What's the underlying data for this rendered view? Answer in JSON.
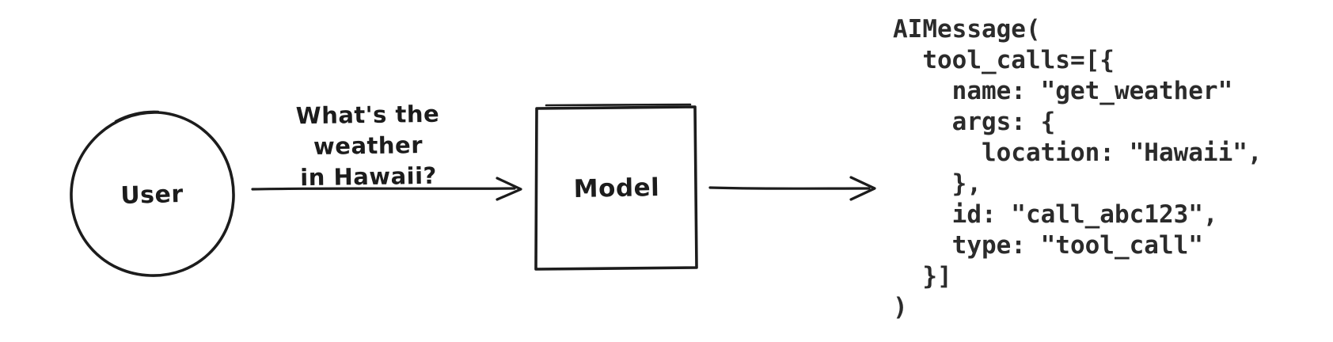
{
  "nodes": {
    "user": {
      "label": "User",
      "shape": "circle"
    },
    "model": {
      "label": "Model",
      "shape": "square"
    }
  },
  "edges": {
    "user_to_model": {
      "label_lines": [
        "What's the weather",
        "in Hawaii?"
      ],
      "direction": "right"
    },
    "model_to_output": {
      "direction": "right"
    }
  },
  "output": {
    "code_lines": [
      "AIMessage(",
      "  tool_calls=[{",
      "    name: \"get_weather\"",
      "    args: {",
      "      location: \"Hawaii\",",
      "    },",
      "    id: \"call_abc123\",",
      "    type: \"tool_call\"",
      "  }]",
      ")"
    ]
  },
  "colors": {
    "stroke": "#1c1c1c",
    "code_text": "#2b2b2b",
    "background": "#ffffff"
  }
}
